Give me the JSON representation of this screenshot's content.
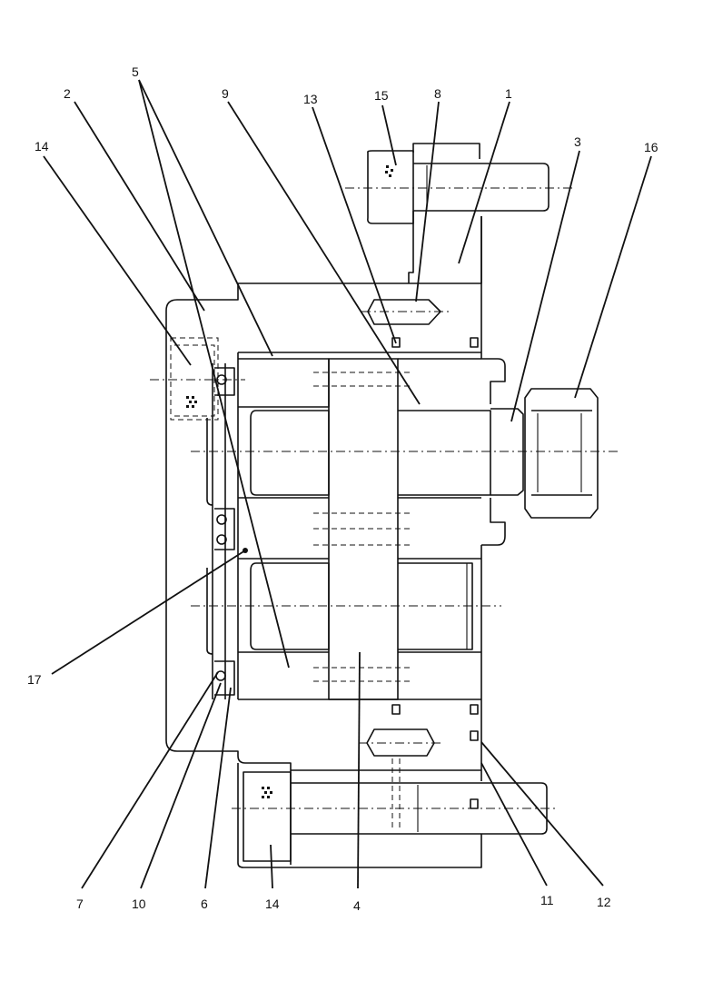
{
  "callouts": [
    {
      "id": "c5",
      "label": "5"
    },
    {
      "id": "c2",
      "label": "2"
    },
    {
      "id": "c9",
      "label": "9"
    },
    {
      "id": "c13",
      "label": "13"
    },
    {
      "id": "c15",
      "label": "15"
    },
    {
      "id": "c8",
      "label": "8"
    },
    {
      "id": "c1",
      "label": "1"
    },
    {
      "id": "c3",
      "label": "3"
    },
    {
      "id": "c16",
      "label": "16"
    },
    {
      "id": "c14a",
      "label": "14"
    },
    {
      "id": "c17",
      "label": "17"
    },
    {
      "id": "c7",
      "label": "7"
    },
    {
      "id": "c10",
      "label": "10"
    },
    {
      "id": "c6",
      "label": "6"
    },
    {
      "id": "c14b",
      "label": "14"
    },
    {
      "id": "c4",
      "label": "4"
    },
    {
      "id": "c11",
      "label": "11"
    },
    {
      "id": "c12",
      "label": "12"
    }
  ]
}
